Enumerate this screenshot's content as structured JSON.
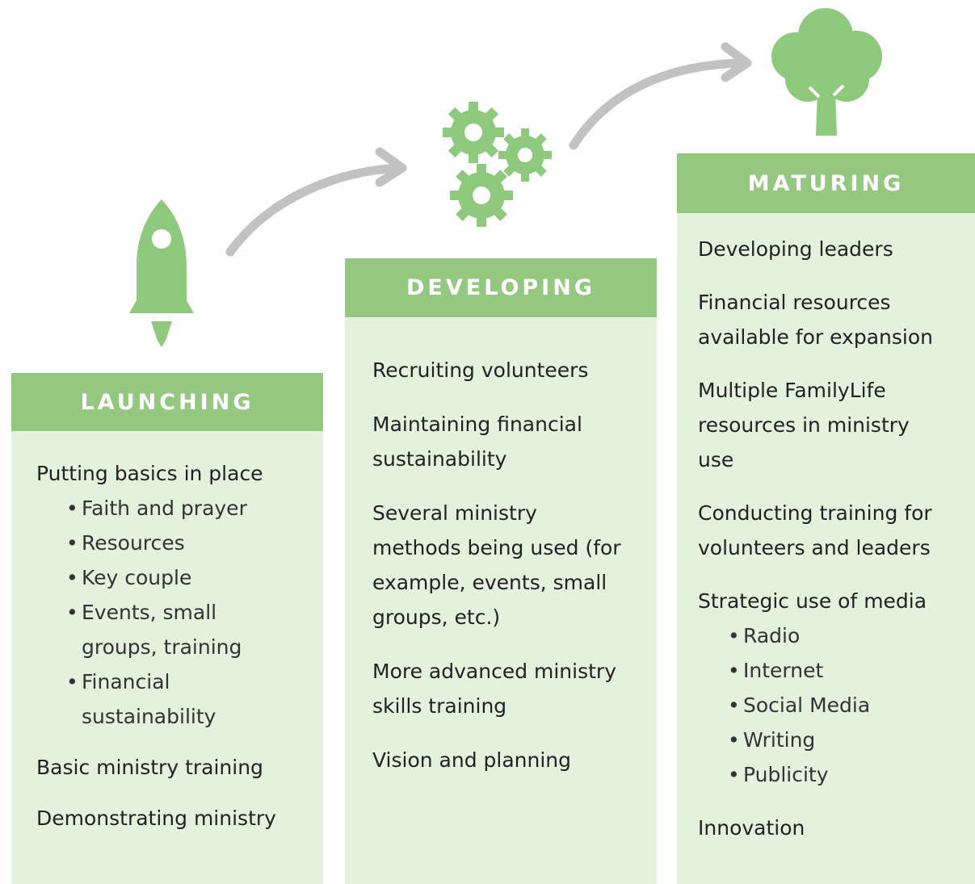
{
  "colors": {
    "header_green": "#94c881",
    "panel_green": "#e3f1dd",
    "icon_green": "#8ec97e",
    "arrow_gray": "#c2c2c2",
    "text": "#222222"
  },
  "icons": [
    "rocket-icon",
    "gears-icon",
    "tree-icon",
    "curved-arrow-icon"
  ],
  "stages": [
    {
      "id": "launching",
      "icon": "rocket-icon",
      "title": "LAUNCHING",
      "items": [
        {
          "label": "Putting basics in place",
          "bullets": [
            "Faith and prayer",
            "Resources",
            "Key couple",
            "Events, small groups, training",
            "Financial sustainability"
          ]
        },
        {
          "label": "Basic ministry training",
          "bullets": []
        },
        {
          "label": "Demonstrating ministry",
          "bullets": []
        }
      ]
    },
    {
      "id": "developing",
      "icon": "gears-icon",
      "title": "DEVELOPING",
      "items": [
        {
          "label": "Recruiting volunteers",
          "bullets": []
        },
        {
          "label": "Maintaining financial sustainability",
          "bullets": []
        },
        {
          "label": "Several ministry methods being used (for example, events, small groups, etc.)",
          "bullets": []
        },
        {
          "label": "More advanced ministry skills training",
          "bullets": []
        },
        {
          "label": "Vision and planning",
          "bullets": []
        }
      ]
    },
    {
      "id": "maturing",
      "icon": "tree-icon",
      "title": "MATURING",
      "items": [
        {
          "label": "Developing leaders",
          "bullets": []
        },
        {
          "label": "Financial resources available for expansion",
          "bullets": []
        },
        {
          "label": "Multiple FamilyLife resources in ministry use",
          "bullets": []
        },
        {
          "label": "Conducting training for volunteers and leaders",
          "bullets": []
        },
        {
          "label": "Strategic use of media",
          "bullets": [
            "Radio",
            "Internet",
            "Social Media",
            "Writing",
            "Publicity"
          ]
        },
        {
          "label": "Innovation",
          "bullets": []
        }
      ]
    }
  ]
}
